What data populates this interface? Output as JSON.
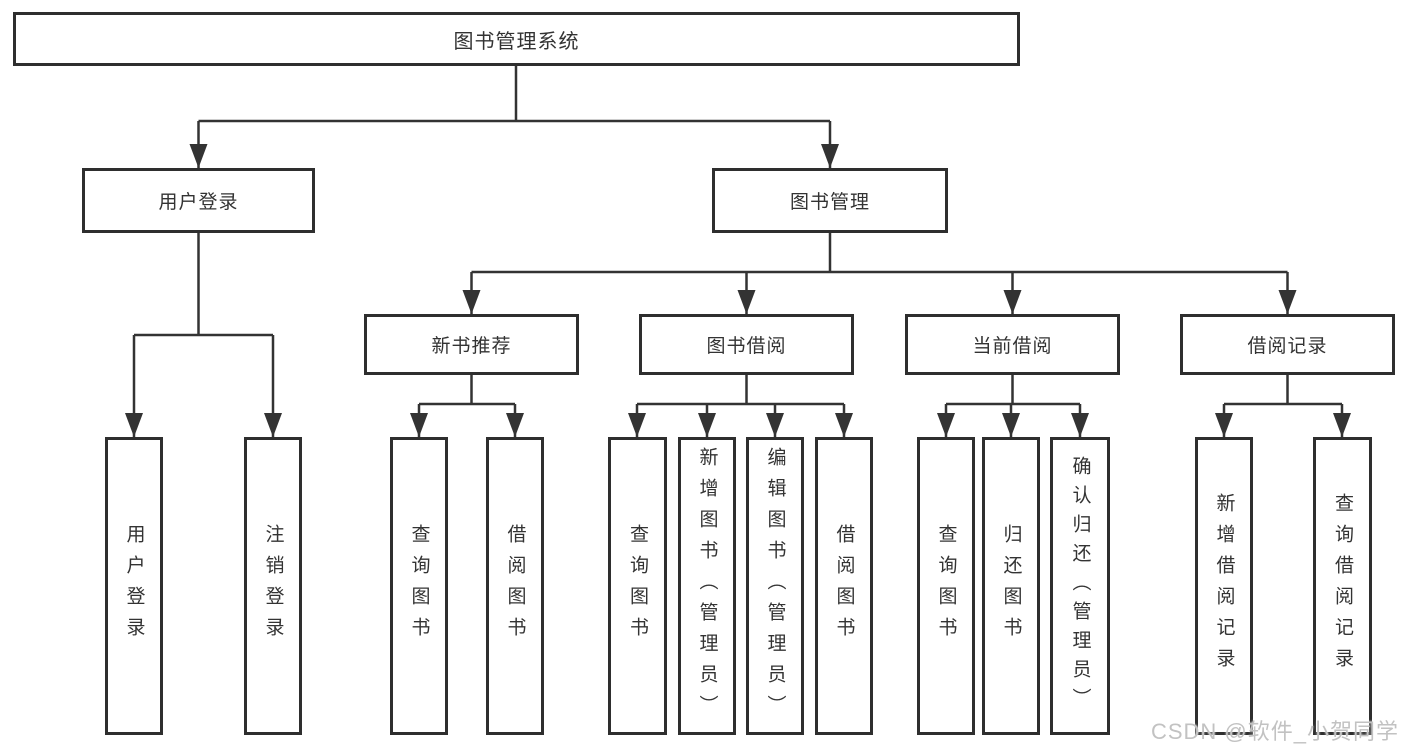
{
  "tree": {
    "root": {
      "label": "图书管理系统"
    },
    "level2": [
      {
        "label": "用户登录"
      },
      {
        "label": "图书管理"
      }
    ],
    "level3": [
      {
        "label": "新书推荐"
      },
      {
        "label": "图书借阅"
      },
      {
        "label": "当前借阅"
      },
      {
        "label": "借阅记录"
      }
    ],
    "leaves": {
      "user_login": [
        {
          "label": "用户登录"
        },
        {
          "label": "注销登录"
        }
      ],
      "new_book": [
        {
          "label": "查询图书"
        },
        {
          "label": "借阅图书"
        }
      ],
      "book_borrow": [
        {
          "label": "查询图书"
        },
        {
          "label": "新增图书（管理员）"
        },
        {
          "label": "编辑图书（管理员）"
        },
        {
          "label": "借阅图书"
        }
      ],
      "current_borrow": [
        {
          "label": "查询图书"
        },
        {
          "label": "归还图书"
        },
        {
          "label": "确认归还（管理员）"
        }
      ],
      "borrow_record": [
        {
          "label": "新增借阅记录"
        },
        {
          "label": "查询借阅记录"
        }
      ]
    }
  },
  "watermark": {
    "text": "CSDN @软件_小贺同学"
  },
  "colors": {
    "line": "#333333",
    "box_border": "#2e2e2e",
    "text": "#333333",
    "background": "#ffffff",
    "watermark": "#c2c2c2"
  }
}
